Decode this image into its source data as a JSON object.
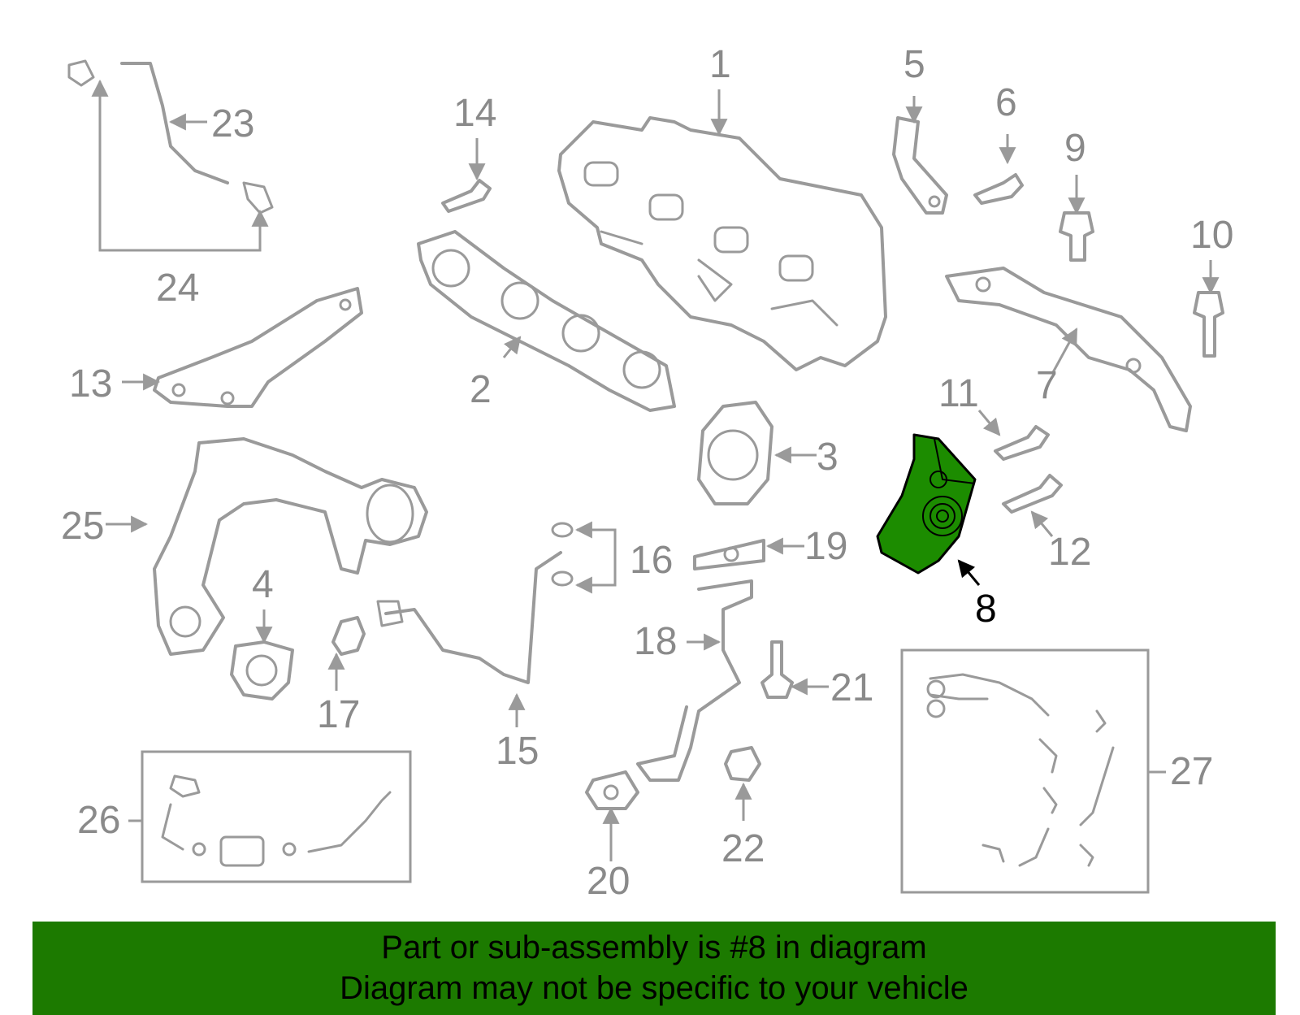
{
  "diagram": {
    "highlighted_part": "8",
    "highlight_color": "#1c8c00",
    "part_color": "#9a9a9a",
    "callouts": [
      "1",
      "2",
      "3",
      "4",
      "5",
      "6",
      "7",
      "8",
      "9",
      "10",
      "11",
      "12",
      "13",
      "14",
      "15",
      "16",
      "17",
      "18",
      "19",
      "20",
      "21",
      "22",
      "23",
      "24",
      "25",
      "26",
      "27"
    ]
  },
  "banner": {
    "line1": "Part or sub-assembly is #8 in diagram",
    "line2": "Diagram may not be specific to your vehicle",
    "background": "#1c7a00"
  }
}
